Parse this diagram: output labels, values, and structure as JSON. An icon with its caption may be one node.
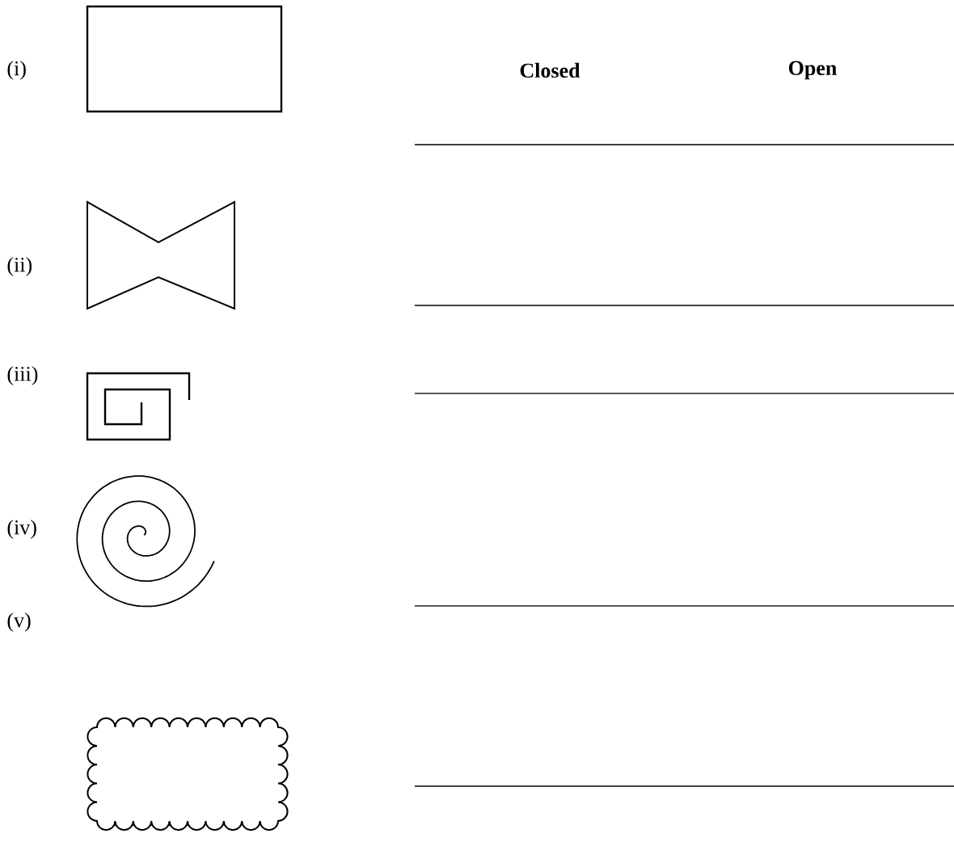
{
  "diagram": {
    "labels": [
      "(i)",
      "Closed",
      "Open",
      "(ii)",
      "(iii)",
      "(iv)",
      "(v)"
    ]
  }
}
